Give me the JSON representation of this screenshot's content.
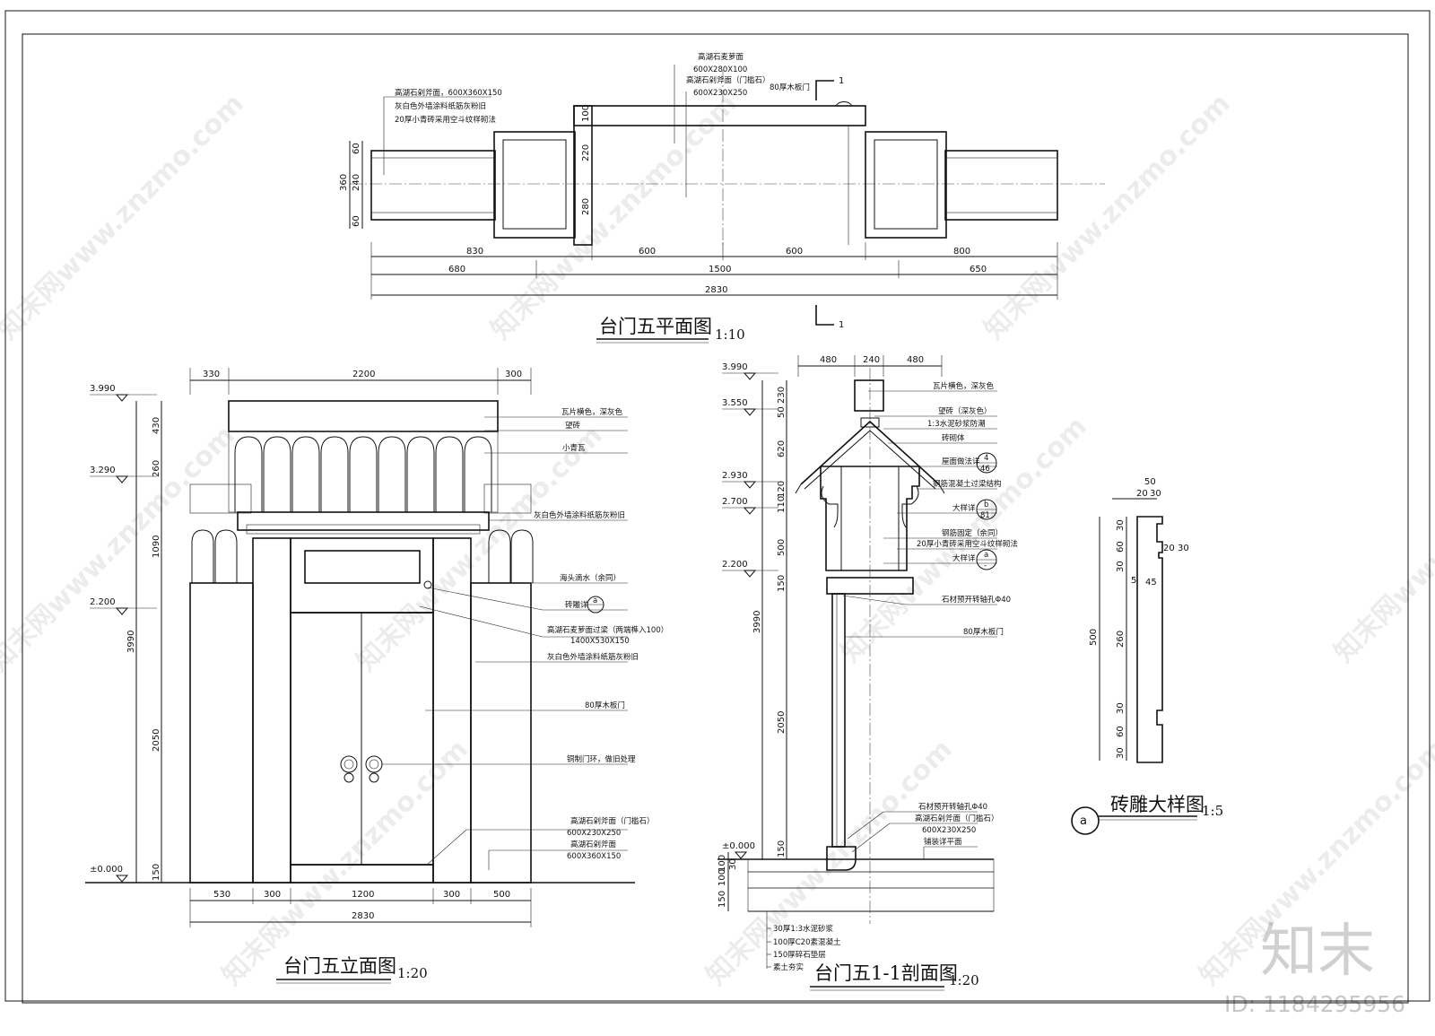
{
  "plan": {
    "title": "台门五平面图",
    "scale": "1:10",
    "section_mark": "1",
    "notes": [
      "高湖石剁斧面，600X360X150",
      "灰白色外墙涂料纸筋灰粉旧",
      "20厚小青砖采用空斗纹样砌法"
    ],
    "top_notes": [
      "高湖石麦萝面",
      "600X280X100",
      "高湖石剁斧面（门槛石）",
      "600X230X250",
      "80厚木板门"
    ],
    "dims_vertical_left": [
      "60",
      "240",
      "60",
      "360"
    ],
    "dims_vertical_mid": [
      "220",
      "280",
      "100"
    ],
    "dims_row1": [
      "830",
      "600",
      "600",
      "800"
    ],
    "dims_row2": [
      "680",
      "1500",
      "650"
    ],
    "dims_total": "2830"
  },
  "elevation": {
    "title": "台门五立面图",
    "scale": "1:20",
    "levels": [
      "3.990",
      "3.290",
      "2.200",
      "±0.000"
    ],
    "dims_top": [
      "330",
      "2200",
      "300"
    ],
    "dims_left": [
      "430",
      "260",
      "1090",
      "2050",
      "150",
      "3990"
    ],
    "dims_bottom": [
      "530",
      "300",
      "1200",
      "300",
      "500"
    ],
    "dims_total": "2830",
    "notes": [
      "瓦片横色，深灰色",
      "望砖",
      "小青瓦",
      "灰白色外墙涂料纸筋灰粉旧",
      "海头滴水（余同）",
      "砖雕详",
      "高湖石麦萝面过梁（两端榫入100）",
      "1400X530X150",
      "灰白色外墙涂料纸筋灰粉旧",
      "80厚木板门",
      "铜制门环，做旧处理",
      "高湖石剁斧面（门槛石）",
      "600X230X250",
      "高湖石剁斧面",
      "600X360X150"
    ],
    "detail_ref": "a"
  },
  "section": {
    "title": "台门五1-1剖面图",
    "scale": "1:20",
    "levels": [
      "3.990",
      "3.550",
      "2.930",
      "2.700",
      "2.200",
      "±0.000"
    ],
    "dims_top": [
      "480",
      "240",
      "480"
    ],
    "dims_left": [
      "230",
      "50",
      "620",
      "120",
      "110",
      "500",
      "150",
      "2050",
      "150",
      "3990"
    ],
    "dims_found": [
      "100",
      "30",
      "100",
      "150"
    ],
    "notes": [
      "瓦片横色，深灰色",
      "望砖（深灰色）",
      "1:3水泥砂浆防潮",
      "砖砌体",
      "屋面做法详",
      "钢筋混凝土过梁结构",
      "大样详",
      "钢筋固定（余同）",
      "20厚小青砖采用空斗纹样砌法",
      "大样详",
      "石材预开转轴孔Φ40",
      "80厚木板门",
      "石材预开转轴孔Φ40",
      "高湖石剁斧面（门槛石）",
      "600X230X250",
      "铺装详平面"
    ],
    "refs": [
      {
        "top": "4",
        "bottom": "46"
      },
      {
        "top": "b",
        "bottom": "81"
      },
      {
        "top": "a",
        "bottom": "-"
      }
    ],
    "layers": [
      "30厚1:3水泥砂浆",
      "100厚C20素混凝土",
      "150厚碎石垫层",
      "素土夯实"
    ]
  },
  "detail": {
    "title": "砖雕大样图",
    "scale": "1:5",
    "mark": "a",
    "dims_top": [
      "50",
      "20",
      "30"
    ],
    "dims_right": [
      "20",
      "30",
      "5",
      "45"
    ],
    "dims_left_stack": [
      "30",
      "60",
      "30",
      "260",
      "30",
      "60",
      "30"
    ],
    "dims_height": "500"
  },
  "watermark": {
    "text": "知末网www.znzmo.com",
    "brand": "知末",
    "id": "ID: 1184295956"
  }
}
